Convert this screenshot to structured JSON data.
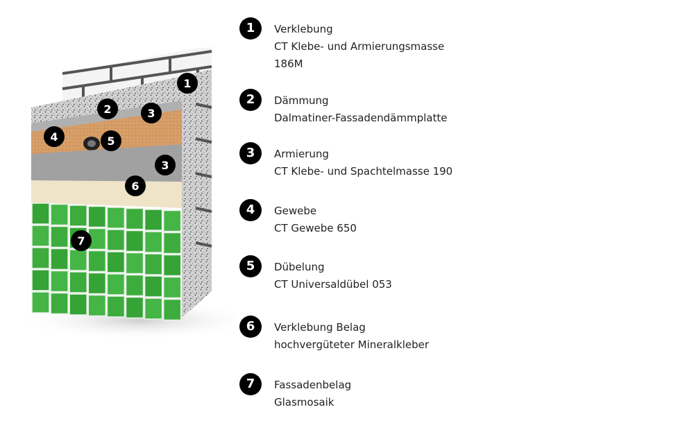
{
  "legend": [
    {
      "number": "1",
      "title": "Verklebung",
      "line2": "CT Klebe- und Armierungsmasse",
      "line3": "186M"
    },
    {
      "number": "2",
      "title": "Dämmung",
      "line2": "Dalmatiner-Fassadendämmplatte"
    },
    {
      "number": "3",
      "title": "Armierung",
      "line2": "CT Klebe- und Spachtelmasse 190"
    },
    {
      "number": "4",
      "title": "Gewebe",
      "line2": "CT Gewebe 650"
    },
    {
      "number": "5",
      "title": "Dübelung",
      "line2": "CT Universaldübel 053"
    },
    {
      "number": "6",
      "title": "Verklebung Belag",
      "line2": "hochvergüteter Mineralkleber"
    },
    {
      "number": "7",
      "title": "Fassadenbelag",
      "line2": "Glasmosaik"
    }
  ],
  "diagram_badges": [
    "1",
    "2",
    "3",
    "4",
    "5",
    "3",
    "6",
    "7"
  ],
  "colors": {
    "brick_mortar": "#555555",
    "insulation": "#c8c8c8",
    "mesh": "#d49a62",
    "reinforcement": "#9a9a9a",
    "adhesive": "#efe3c6",
    "mosaic": "#3aaa3a",
    "badge": "#000000"
  }
}
